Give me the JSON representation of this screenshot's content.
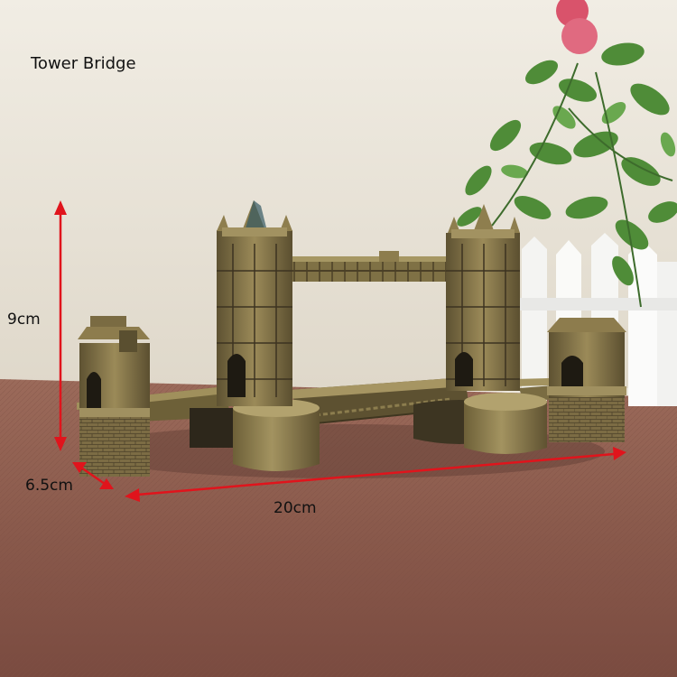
{
  "title": "Tower Bridge",
  "dimensions": {
    "height": "9cm",
    "depth": "6.5cm",
    "width": "20cm"
  },
  "colors": {
    "wall": "#ece7dc",
    "table": "#8a5a4c",
    "bronze": "#8d7a4c",
    "bronze_dark": "#4e432a",
    "arrow": "#e0141c",
    "leaves": "#4f8c38"
  }
}
